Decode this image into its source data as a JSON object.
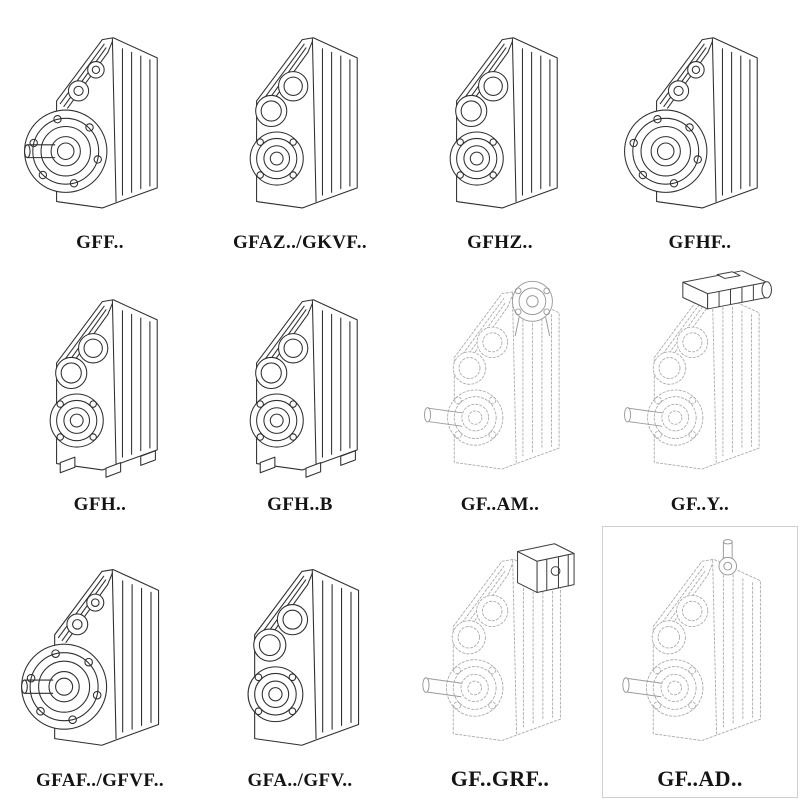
{
  "page": {
    "background": "#ffffff",
    "line_color": "#2f2f2f",
    "ghost_line_color": "#adadad",
    "label_color": "#141414"
  },
  "catalog": {
    "rows": 3,
    "cols": 4,
    "items": [
      {
        "label": "GFF..",
        "drawing": "flange-output-shaft-gearbox"
      },
      {
        "label": "GFAZ../GKVF..",
        "drawing": "hollow-shaft-gearbox"
      },
      {
        "label": "GFHZ..",
        "drawing": "hollow-shaft-gearbox-angled"
      },
      {
        "label": "GFHF..",
        "drawing": "flange-hollow-shaft-gearbox"
      },
      {
        "label": "GFH..",
        "drawing": "foot-mounted-gearbox"
      },
      {
        "label": "GFH..B",
        "drawing": "foot-mounted-gearbox-b"
      },
      {
        "label": "GF..AM..",
        "drawing": "gearbox-with-input-flange-ghost"
      },
      {
        "label": "GF..Y..",
        "drawing": "gearbox-with-motor-ghost"
      },
      {
        "label": "GFAF../GFVF..",
        "drawing": "flange-output-shaft-gearbox"
      },
      {
        "label": "GFA../GFV..",
        "drawing": "hollow-shaft-gearbox"
      },
      {
        "label": "GF..GRF..",
        "drawing": "gearbox-with-adapter-ghost"
      },
      {
        "label": "GF..AD..",
        "drawing": "gearbox-with-input-shaft-ghost"
      }
    ]
  }
}
